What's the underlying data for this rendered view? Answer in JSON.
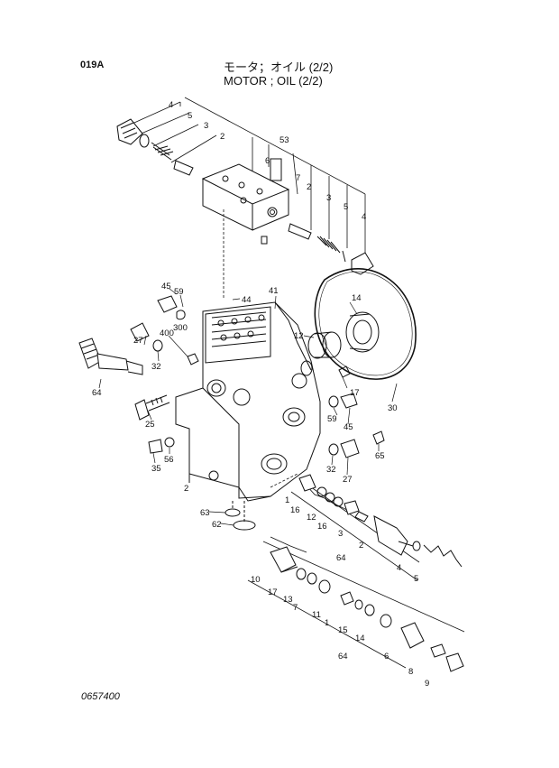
{
  "header": {
    "page_code": "019A",
    "title_jp": "モータ；オイル (2/2)",
    "title_en": "MOTOR ; OIL (2/2)"
  },
  "footer": {
    "drawing_number": "0657400"
  },
  "callouts": {
    "c4a": "4",
    "c5a": "5",
    "c3a": "3",
    "c2a": "2",
    "c53": "53",
    "c6a": "6",
    "c7a": "7",
    "c2b": "2",
    "c3b": "3",
    "c5b": "5",
    "c4b": "4",
    "c45a": "45",
    "c59a": "59",
    "c44": "44",
    "c41": "41",
    "c14": "14",
    "c12a": "12",
    "c27a": "27",
    "c300": "300",
    "c400": "400",
    "c32a": "32",
    "c64a": "64",
    "c25": "25",
    "c17a": "17",
    "c59b": "59",
    "c45b": "45",
    "c30": "30",
    "c35": "35",
    "c56": "56",
    "c65": "65",
    "c32b": "32",
    "c27b": "27",
    "c2c": "2",
    "c63": "63",
    "c62": "62",
    "c1a": "1",
    "c16a": "16",
    "c12b": "12",
    "c16b": "16",
    "c3c": "3",
    "c2d": "2",
    "c64b": "64",
    "c4c": "4",
    "c5c": "5",
    "c10": "10",
    "c17b": "17",
    "c13": "13",
    "c7b": "7",
    "c11": "11",
    "c1b": "1",
    "c15": "15",
    "c14b": "14",
    "c6b": "6",
    "c64c": "64",
    "c8": "8",
    "c9": "9"
  }
}
